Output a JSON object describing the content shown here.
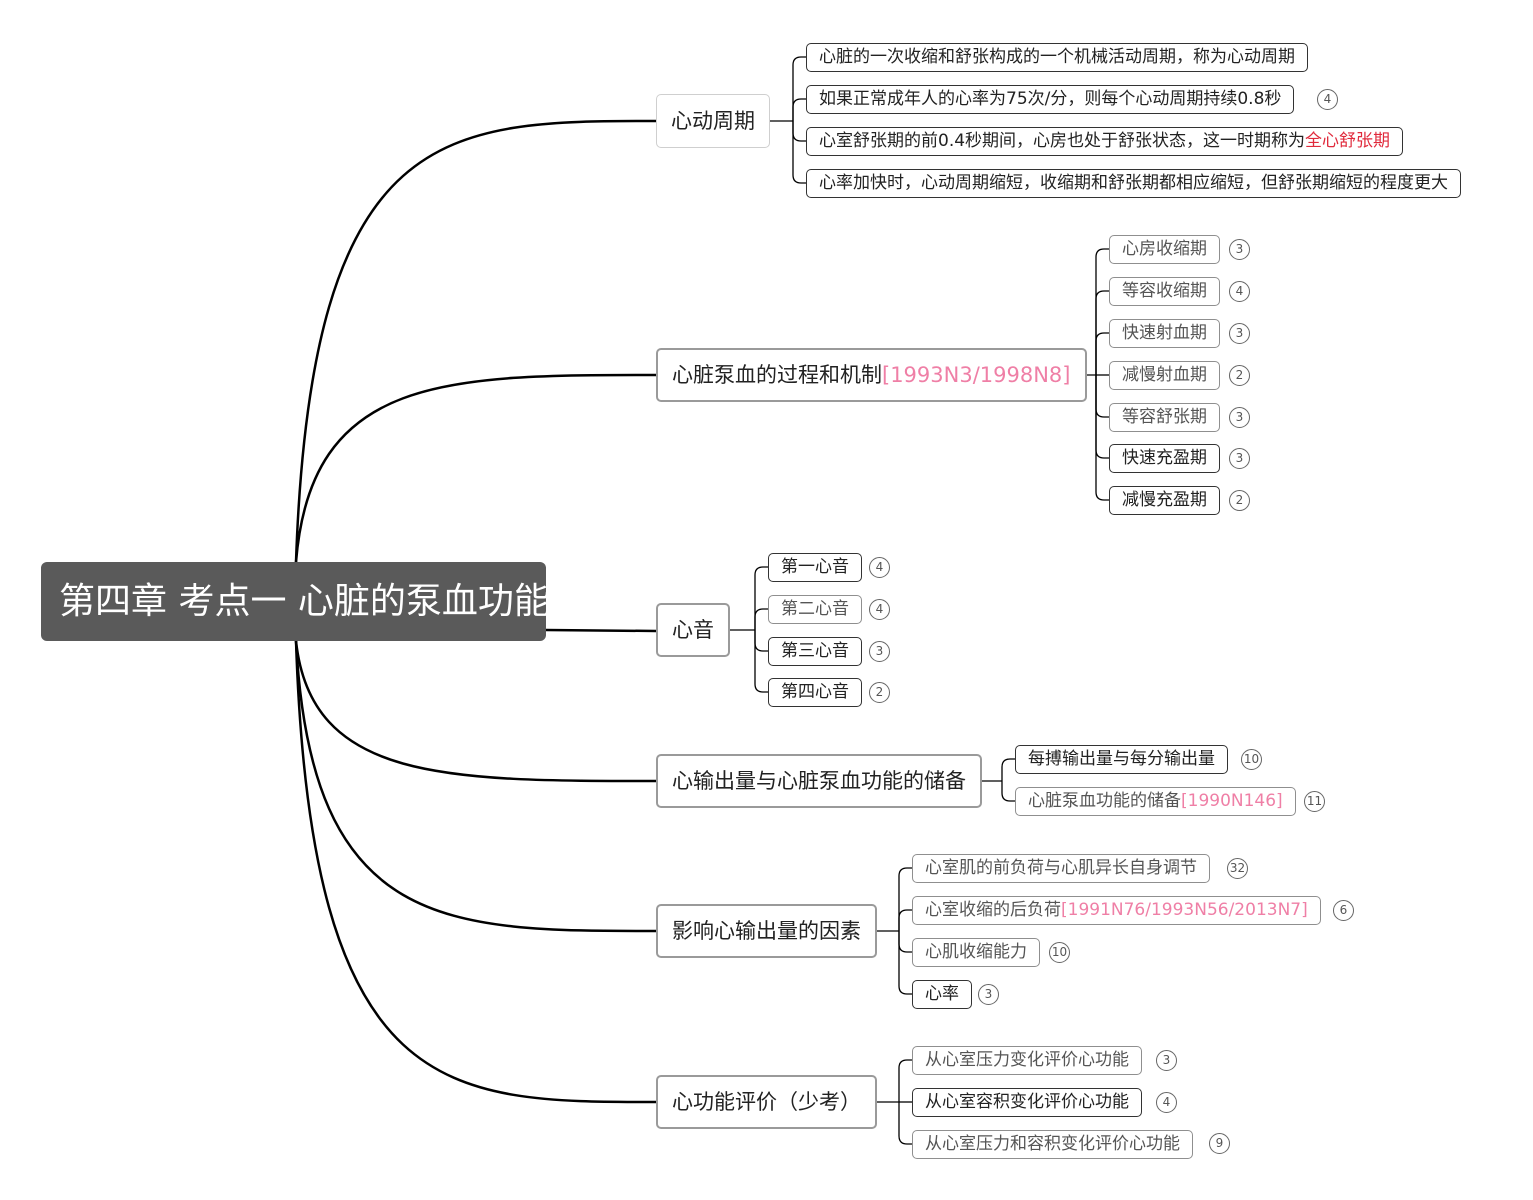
{
  "root": {
    "label": "第四章 考点一 心脏的泵血功能"
  },
  "branches": [
    {
      "label": "心动周期",
      "leaves": [
        {
          "text": "心脏的一次收缩和舒张构成的一个机械活动周期，称为心动周期",
          "count": ""
        },
        {
          "text": "如果正常成年人的心率为75次/分，则每个心动周期持续0.8秒",
          "count": "4"
        },
        {
          "text": "心室舒张期的前0.4秒期间，心房也处于舒张状态，这一时期称为",
          "highlight": "全心舒张期",
          "count": ""
        },
        {
          "text": "心率加快时，心动周期缩短，收缩期和舒张期都相应缩短，但舒张期缩短的程度更大",
          "count": ""
        }
      ]
    },
    {
      "label": "心脏泵血的过程和机制",
      "ref": "[1993N3/1998N8]",
      "leaves": [
        {
          "text": "心房收缩期",
          "count": "3"
        },
        {
          "text": "等容收缩期",
          "count": "4"
        },
        {
          "text": "快速射血期",
          "count": "3"
        },
        {
          "text": "减慢射血期",
          "count": "2"
        },
        {
          "text": "等容舒张期",
          "count": "3"
        },
        {
          "text": "快速充盈期",
          "count": "3"
        },
        {
          "text": "减慢充盈期",
          "count": "2"
        }
      ]
    },
    {
      "label": "心音",
      "leaves": [
        {
          "text": "第一心音",
          "count": "4"
        },
        {
          "text": "第二心音",
          "count": "4"
        },
        {
          "text": "第三心音",
          "count": "3"
        },
        {
          "text": "第四心音",
          "count": "2"
        }
      ]
    },
    {
      "label": "心输出量与心脏泵血功能的储备",
      "leaves": [
        {
          "text": "每搏输出量与每分输出量",
          "count": "10"
        },
        {
          "text": "心脏泵血功能的储备",
          "ref": "[1990N146]",
          "count": "11"
        }
      ]
    },
    {
      "label": "影响心输出量的因素",
      "leaves": [
        {
          "text": "心室肌的前负荷与心肌异长自身调节",
          "count": "32"
        },
        {
          "text": "心室收缩的后负荷",
          "ref": "[1991N76/1993N56/2013N7]",
          "count": "6"
        },
        {
          "text": "心肌收缩能力",
          "count": "10"
        },
        {
          "text": "心率",
          "count": "3"
        }
      ]
    },
    {
      "label": "心功能评价（少考）",
      "leaves": [
        {
          "text": "从心室压力变化评价心功能",
          "count": "3"
        },
        {
          "text": "从心室容积变化评价心功能",
          "count": "4"
        },
        {
          "text": "从心室压力和容积变化评价心功能",
          "count": "9"
        }
      ]
    }
  ]
}
